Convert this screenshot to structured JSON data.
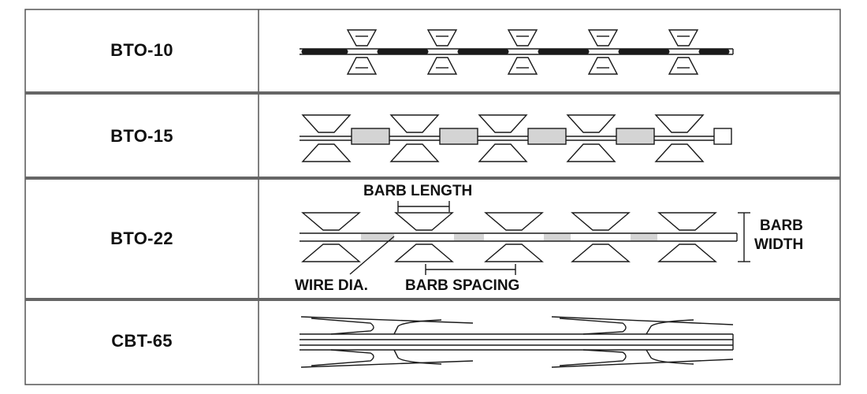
{
  "table": {
    "rows": [
      {
        "model": "BTO-10"
      },
      {
        "model": "BTO-15"
      },
      {
        "model": "BTO-22"
      },
      {
        "model": "CBT-65"
      }
    ]
  },
  "annotations": {
    "barb_length": "BARB LENGTH",
    "barb_width_line1": "BARB",
    "barb_width_line2": "WIDTH",
    "wire_dia": "WIRE DIA.",
    "barb_spacing": "BARB SPACING"
  },
  "colors": {
    "line": "#1a1a1a",
    "band": "#c8c8c8",
    "background": "#ffffff"
  }
}
